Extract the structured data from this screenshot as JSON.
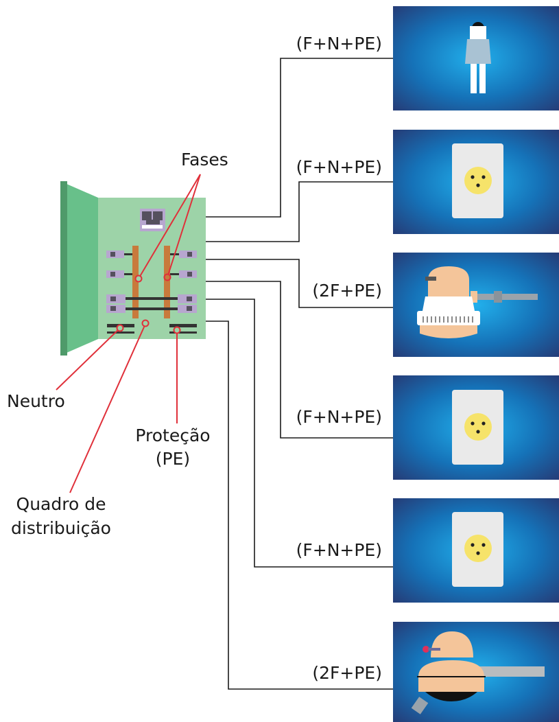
{
  "labels": {
    "phases": "Fases",
    "neutral": "Neutro",
    "protection_line1": "Proteção",
    "protection_line2": "(PE)",
    "board_line1": "Quadro de",
    "board_line2": "distribuição"
  },
  "circuits": [
    {
      "label": "(F+N+PE)",
      "device": "shower"
    },
    {
      "label": "(F+N+PE)",
      "device": "outlet"
    },
    {
      "label": "(2F+PE)",
      "device": "motor"
    },
    {
      "label": "(F+N+PE)",
      "device": "outlet"
    },
    {
      "label": "(F+N+PE)",
      "device": "outlet"
    },
    {
      "label": "(2F+PE)",
      "device": "motor-side"
    }
  ],
  "colors": {
    "annotation": "#e0303a",
    "wire": "#1a1a1a",
    "panel_face": "#9dd3a8",
    "panel_door": "#68c08a",
    "panel_edge": "#4f9a6a",
    "busbar": "#c87a3c",
    "breaker": "#b7a6cf",
    "panel_bg_center": "#22b0ec",
    "panel_bg_edge": "#253d78",
    "outlet": "#eaeaea",
    "outlet_socket": "#f6e36a"
  }
}
